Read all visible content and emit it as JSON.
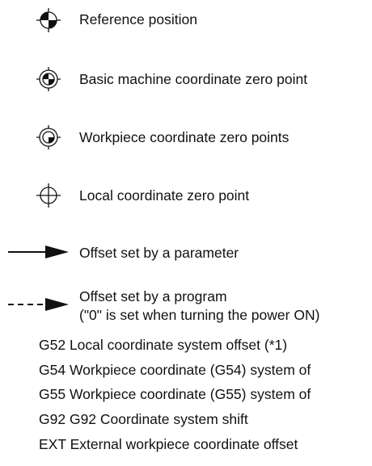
{
  "legend": {
    "reference_position": "Reference position",
    "basic_machine_zero": "Basic machine coordinate zero point",
    "workpiece_zero": "Workpiece coordinate zero points",
    "local_zero": "Local coordinate zero point",
    "offset_parameter": "Offset set by a parameter",
    "offset_program_line1": "Offset set by a program",
    "offset_program_line2": "(\"0\" is set when turning the power ON)"
  },
  "codes": [
    {
      "code": "G52",
      "desc": "Local coordinate system offset (*1)"
    },
    {
      "code": "G54",
      "desc": "Workpiece coordinate (G54) system of"
    },
    {
      "code": "G55",
      "desc": "Workpiece coordinate (G55) system of"
    },
    {
      "code": "G92",
      "desc": "G92 Coordinate system shift"
    },
    {
      "code": "EXT",
      "desc": "External workpiece coordinate offset"
    }
  ]
}
